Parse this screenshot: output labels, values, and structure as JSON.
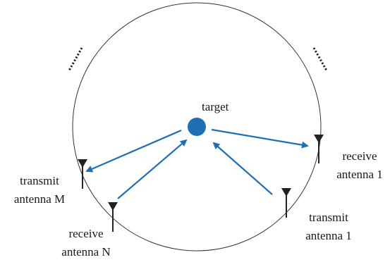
{
  "labels": {
    "target": "target",
    "receive_antenna_1": [
      "receive",
      "antenna 1"
    ],
    "transmit_antenna_M": [
      "transmit",
      "antenna M"
    ],
    "receive_antenna_N": [
      "receive",
      "antenna N"
    ],
    "transmit_antenna_1": [
      "transmit",
      "antenna 1"
    ]
  },
  "colors": {
    "arrow": "#1f6fb5",
    "target": "#1f6fb5",
    "circle": "#333333",
    "antenna": "#222222"
  }
}
